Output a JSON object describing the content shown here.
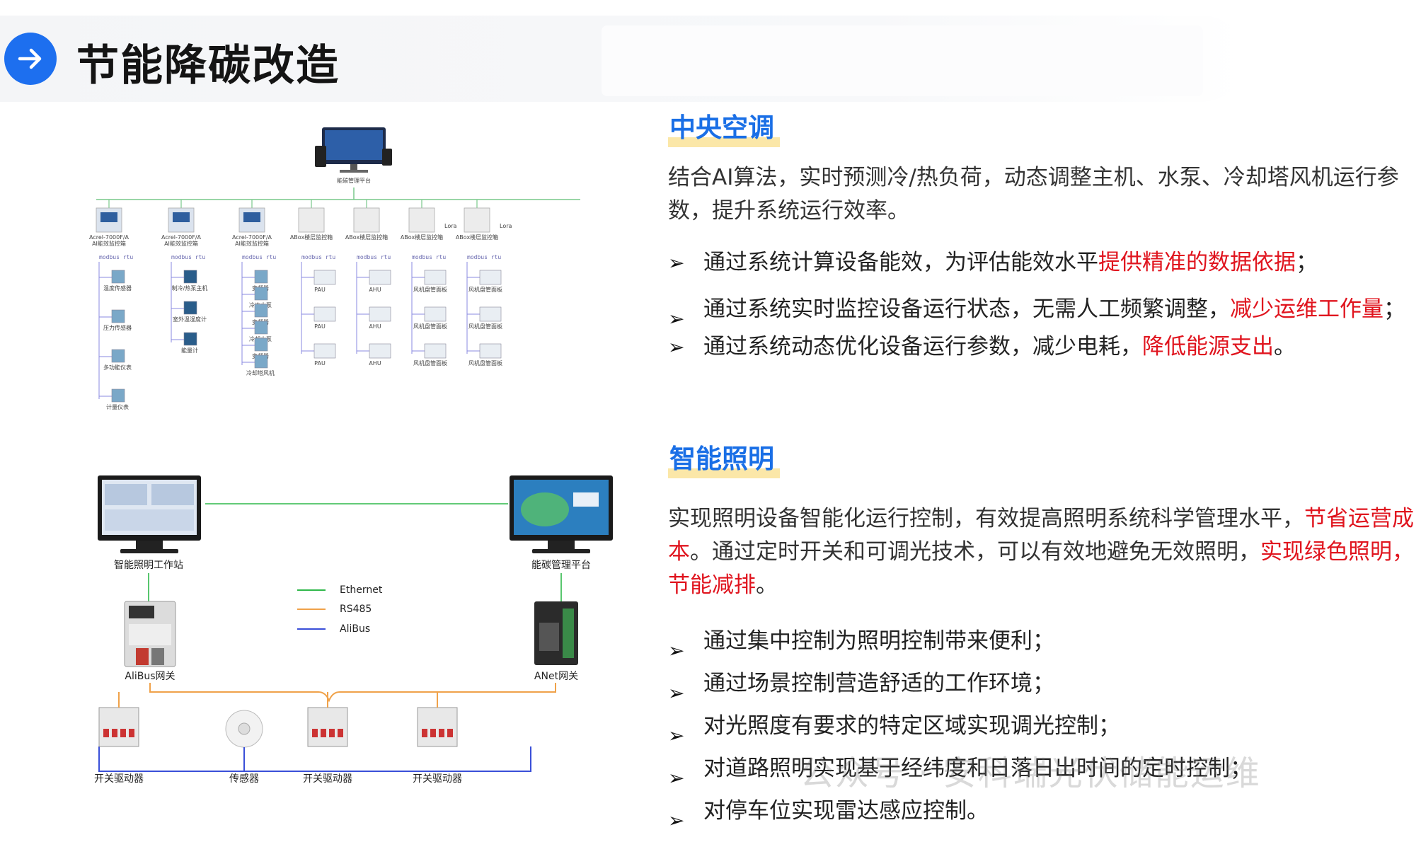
{
  "header": {
    "title": "节能降碳改造",
    "icon": "arrow-right-icon"
  },
  "colors": {
    "accent": "#1d6fef",
    "title_blue": "#1a6fe6",
    "highlight": "#fbe7a8",
    "emphasis": "#e0141e"
  },
  "hvac_diagram": {
    "top_label": "能碳管理平台",
    "controllers": [
      {
        "model": "Acrel-7000F/A",
        "name": "AI能效监控箱"
      },
      {
        "model": "Acrel-7000F/A",
        "name": "AI能效监控箱"
      },
      {
        "model": "Acrel-7000F/A",
        "name": "AI能效监控箱"
      },
      {
        "model": "",
        "name": "ABox楼层监控箱"
      },
      {
        "model": "",
        "name": "ABox楼层监控箱"
      },
      {
        "model": "",
        "name": "ABox楼层监控箱"
      },
      {
        "model": "",
        "name": "ABox楼层监控箱"
      }
    ],
    "protocol": "modbus rtu",
    "lora": "Lora",
    "col1": [
      "温度传感器",
      "压力传感器",
      "多功能仪表",
      "计量仪表"
    ],
    "col2": [
      "制冷/热泵主机",
      "室外温湿度计",
      "能量计"
    ],
    "col3": [
      "变频器",
      "冷冻水泵",
      "变频器",
      "冷却水泵",
      "变频器",
      "冷却塔风机"
    ],
    "col4": [
      "PAU",
      "PAU",
      "PAU"
    ],
    "col5": [
      "AHU",
      "AHU",
      "AHU"
    ],
    "col6": [
      "风机盘管面板",
      "风机盘管面板",
      "风机盘管面板"
    ],
    "col7": [
      "风机盘管面板",
      "风机盘管面板",
      "风机盘管面板"
    ]
  },
  "lighting_diagram": {
    "workstation": "智能照明工作站",
    "platform": "能碳管理平台",
    "legend": [
      {
        "label": "Ethernet",
        "color": "#2fb84a"
      },
      {
        "label": "RS485",
        "color": "#f0a24a"
      },
      {
        "label": "AliBus",
        "color": "#3a4fd8"
      }
    ],
    "alibus_gateway": "AliBus网关",
    "anet_gateway": "ANet网关",
    "devices": [
      "开关驱动器",
      "传感器",
      "开关驱动器",
      "开关驱动器"
    ]
  },
  "hvac": {
    "title": "中央空调",
    "intro": "结合AI算法，实时预测冷/热负荷，动态调整主机、水泵、冷却塔风机运行参数，提升系统运行效率。",
    "bullets": [
      {
        "text": "通过系统计算设备能效，为评估能效水平",
        "emph": "提供精准的数据依据",
        "tail": "；"
      },
      {
        "text": "通过系统实时监控设备运行状态，无需人工频繁调整，",
        "emph": "减少运维工作量",
        "tail": "；"
      },
      {
        "text": "通过系统动态优化设备运行参数，减少电耗，",
        "emph": "降低能源支出",
        "tail": "。"
      }
    ]
  },
  "lighting": {
    "title": "智能照明",
    "intro_a": "实现照明设备智能化运行控制，有效提高照明系统科学管理水平，",
    "intro_emph1": "节省运营成本",
    "intro_b": "。通过定时开关和可调光技术，可以有效地避免无效照明，",
    "intro_emph2": "实现绿色照明，节能减排",
    "intro_c": "。",
    "bullets": [
      "通过集中控制为照明控制带来便利；",
      "通过场景控制营造舒适的工作环境；",
      "对光照度有要求的特定区域实现调光控制；",
      "对道路照明实现基于经纬度和日落日出时间的定时控制；",
      "对停车位实现雷达感应控制。"
    ],
    "bullet_marker": "➢"
  },
  "watermark": "公众号 · 安科瑞光伏储能运维"
}
